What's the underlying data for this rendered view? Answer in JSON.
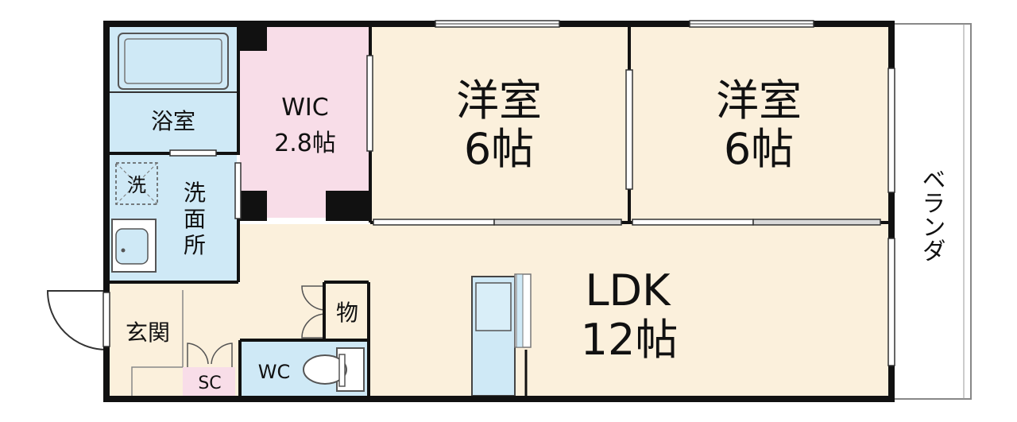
{
  "rooms": {
    "bath": "浴室",
    "wic": {
      "line1": "WIC",
      "line2": "2.8帖"
    },
    "western1": {
      "line1": "洋室",
      "line2": "6帖"
    },
    "western2": {
      "line1": "洋室",
      "line2": "6帖"
    },
    "veranda": "ベランダ",
    "washroom": {
      "c1": "洗",
      "c2": "面",
      "c3": "所"
    },
    "washer_mark": "洗",
    "ldk": {
      "line1": "LDK",
      "line2": "12帖"
    },
    "storage": "物",
    "entrance": "玄関",
    "shoe_closet": "SC",
    "toilet": "WC"
  },
  "colors": {
    "wall": "#111111",
    "wet_area": "#cfe9f6",
    "wic": "#f8dde8",
    "room_floor": "#fbf0dc",
    "shoe_closet": "#f8dde8"
  }
}
